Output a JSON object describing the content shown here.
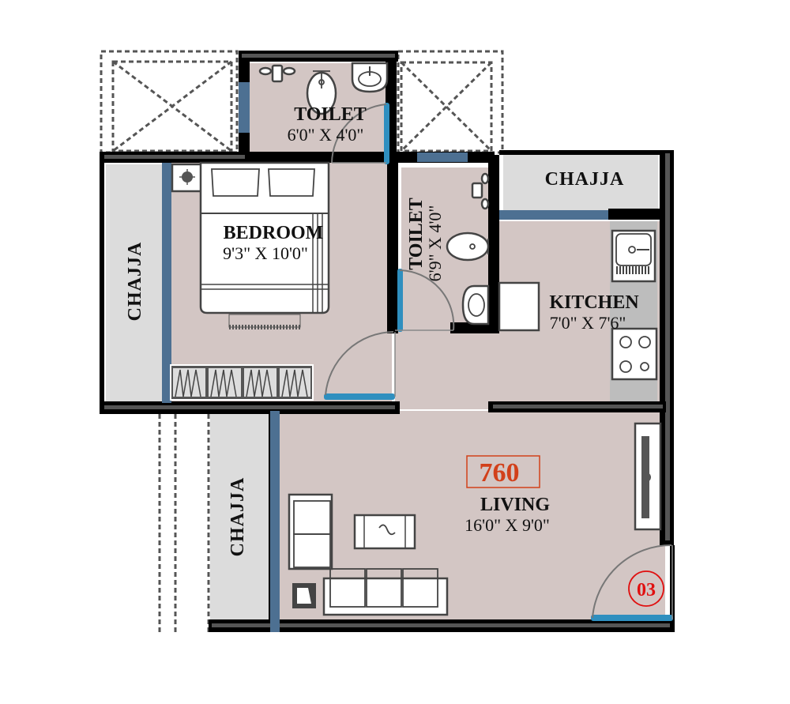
{
  "plan": {
    "unit_number": "03",
    "carpet_area": "760",
    "colors": {
      "floor": "#d3c6c4",
      "chajja": "#dcdcdc",
      "wall": "#000000",
      "window": "#4d7092",
      "door": "#2f8fbf",
      "area_label": "#d2401a",
      "unit_label": "#e01010"
    },
    "rooms": [
      {
        "id": "toilet-1",
        "name": "TOILET",
        "size": "6'0\" X 4'0\""
      },
      {
        "id": "bedroom",
        "name": "BEDROOM",
        "size": "9'3\" X 10'0\""
      },
      {
        "id": "toilet-2",
        "name": "TOILET",
        "size": "6'9\" X 4'0\""
      },
      {
        "id": "kitchen",
        "name": "KITCHEN",
        "size": "7'0\" X 7'6\""
      },
      {
        "id": "living",
        "name": "LIVING",
        "size": "16'0\" X 9'0\""
      }
    ],
    "chajjas": [
      {
        "id": "chajja-kitchen",
        "label": "CHAJJA"
      },
      {
        "id": "chajja-bedroom",
        "label": "CHAJJA"
      },
      {
        "id": "chajja-living",
        "label": "CHAJJA"
      }
    ],
    "ducts": [
      {
        "id": "duct-left"
      },
      {
        "id": "duct-right"
      }
    ]
  }
}
